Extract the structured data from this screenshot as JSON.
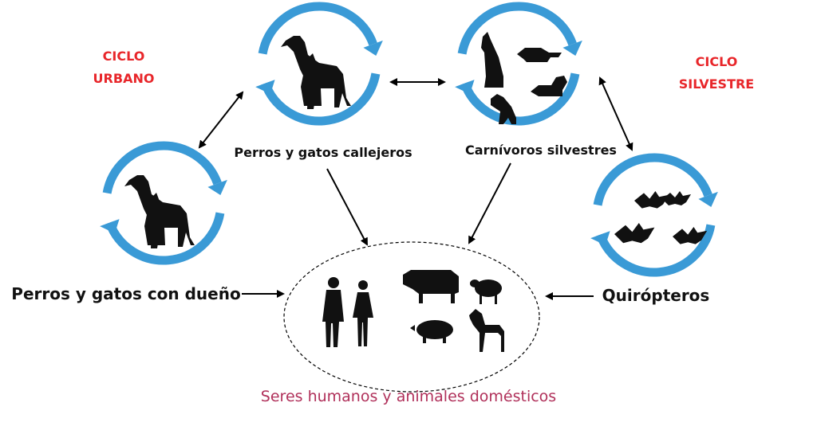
{
  "urban_cycle": {
    "line1": "CICLO",
    "line2": "URBANO"
  },
  "wild_cycle": {
    "line1": "CICLO",
    "line2": "SILVESTRE"
  },
  "nodes": {
    "stray": "Perros y gatos callejeros",
    "wild_carnivores": "Carnívoros silvestres",
    "owned": "Perros y gatos con dueño",
    "bats": "Quirópteros",
    "humans_domestic": "Seres humanos y animales domésticos"
  },
  "colors": {
    "cycle_arrow": "#3a9ad6",
    "cycle_label": "#e8262a",
    "target_label": "#b0305a"
  }
}
